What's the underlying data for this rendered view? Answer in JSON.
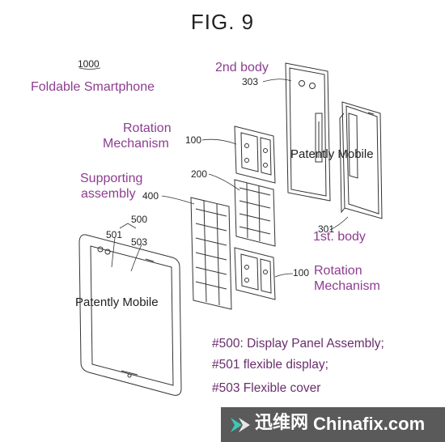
{
  "title": "FIG. 9",
  "labels": {
    "ref_1000": "1000",
    "foldable_smartphone": "Foldable Smartphone",
    "second_body": "2nd body",
    "ref_303": "303",
    "rotation_top_1": "Rotation",
    "rotation_top_2": "Mechanism",
    "ref_100_top": "100",
    "ref_200": "200",
    "supporting_1": "Supporting",
    "supporting_2": "assembly",
    "ref_400": "400",
    "ref_500": "500",
    "ref_501": "501",
    "ref_503": "503",
    "ref_301": "301",
    "first_body": "1st. body",
    "ref_100_bottom": "100",
    "rotation_bottom_1": "Rotation",
    "rotation_bottom_2": "Mechanism",
    "watermark_right": "Patently Mobile",
    "watermark_left": "Patently Mobile"
  },
  "legend": [
    "#500: Display Panel Assembly;",
    "#501 flexible display;",
    "#503 Flexible cover"
  ],
  "banner": {
    "chinese_text": "迅维网",
    "site_text": "Chinafix.com",
    "background": "#5a5a5a",
    "accent": "#3cc8b4"
  },
  "colors": {
    "purple": "#8d3d8f",
    "line": "#333333"
  }
}
